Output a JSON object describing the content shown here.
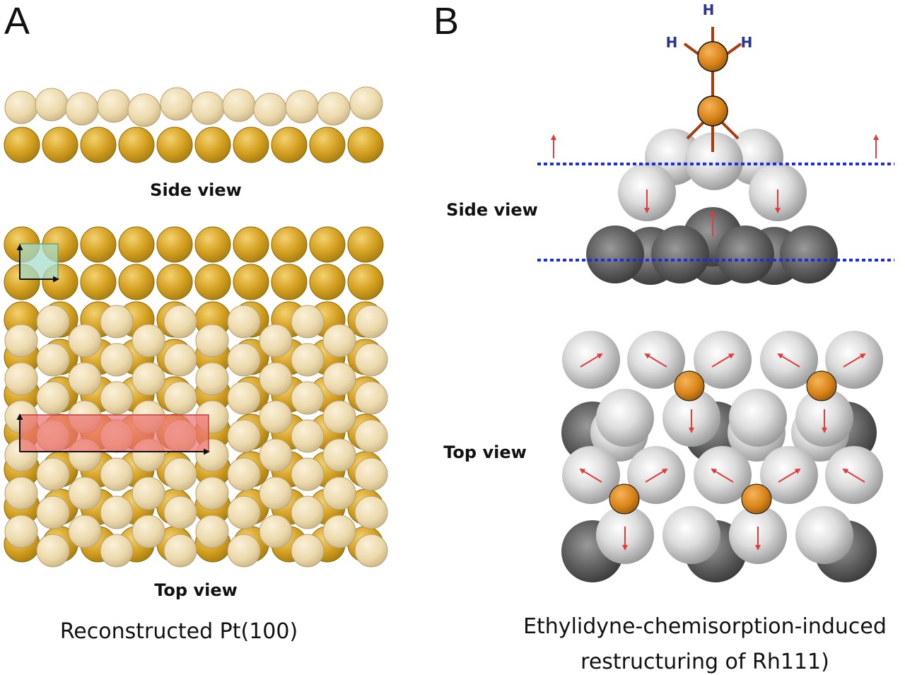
{
  "panel_a": {
    "letter": "A",
    "side_label": "Side view",
    "top_label": "Top view",
    "caption": "Reconstructed Pt(100)"
  },
  "panel_b": {
    "letter": "B",
    "side_label": "Side view",
    "top_label": "Top view",
    "caption_line1": "Ethylidyne-chemisorption-induced",
    "caption_line2": "restructuring of Rh111)",
    "hydrogen_label": "H"
  },
  "colors": {
    "gold_atom": "#d4a020",
    "cream_atom": "#eedcb0",
    "rh_light_atom": "#e4e4e4",
    "rh_dark_atom": "#6a6a6a",
    "carbon_atom": "#d8841a",
    "bond": "#a63c10",
    "arrow": "#e03c3c",
    "dotted_line": "#1c2ee0",
    "hydrogen": "#2a3590",
    "unit_cell_square": "#a8dccc",
    "unit_cell_rect": "#ec6e6e"
  }
}
